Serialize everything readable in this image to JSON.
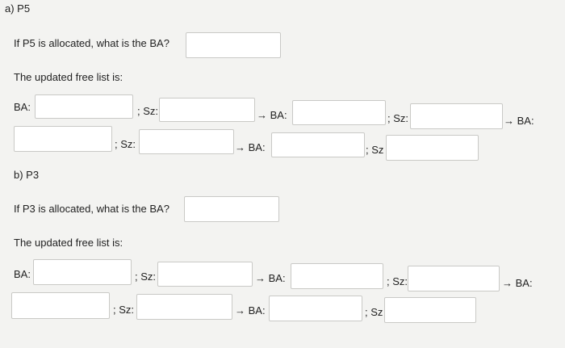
{
  "part_a": {
    "heading": "a) P5",
    "question": "If P5 is allocated, what is the BA?",
    "subheading": "The updated free list is:",
    "row1": {
      "ba": "BA:",
      "sz1": "; Sz:",
      "arrow_ba1": "→ BA:",
      "sz2": "; Sz:",
      "arrow_ba2": "→ BA:"
    },
    "row2": {
      "sz1": "; Sz:",
      "arrow_ba1": "→ BA:",
      "sz2": "; Sz"
    }
  },
  "part_b": {
    "heading": "b) P3",
    "question": "If P3 is allocated, what is the BA?",
    "subheading": "The updated free list is:",
    "row1": {
      "ba": "BA:",
      "sz1": "; Sz:",
      "arrow_ba1": "→ BA:",
      "sz2": "; Sz:",
      "arrow_ba2": "→ BA:"
    },
    "row2": {
      "sz1": "; Sz:",
      "arrow_ba1": "→ BA:",
      "sz2": "; Sz"
    }
  }
}
